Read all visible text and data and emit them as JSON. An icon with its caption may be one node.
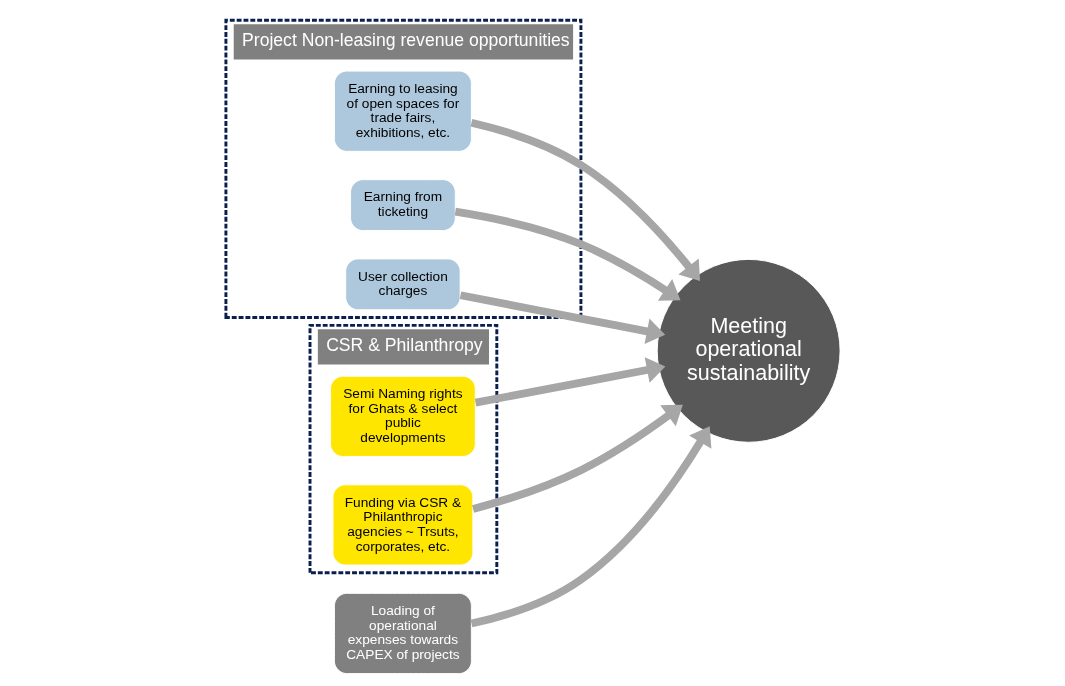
{
  "diagram": {
    "nodes": [
      {
        "text": [
          "Project Non-leasing revenue opportunities"
        ]
      },
      {
        "text": [
          "Earning to leasing of open spaces for trade fairs, exhibitions, etc."
        ],
        "in": 0
      },
      {
        "text": [
          "Earning from ticketing"
        ],
        "in": 0
      },
      {
        "text": [
          "User collection charges"
        ],
        "in": 0
      },
      {
        "text": [
          "CSR & Philanthropy"
        ]
      },
      {
        "text": [
          "Semi Naming rights for Ghats & select public developments"
        ],
        "in": 4
      },
      {
        "text": [
          "Funding via CSR & Philanthropic agencies ~ Trsuts, corporates, etc."
        ],
        "in": 4
      },
      {
        "text": [
          "Meeting operational sustainability"
        ]
      },
      {
        "text": [
          "Loading of operational expenses towards CAPEX of projects"
        ]
      }
    ],
    "edges": [
      {
        "from": 1,
        "to": 7,
        "arrow": "to"
      },
      {
        "from": 2,
        "to": 7,
        "arrow": "to"
      },
      {
        "from": 3,
        "to": 7,
        "arrow": "to"
      },
      {
        "from": 5,
        "to": 7,
        "arrow": "to"
      },
      {
        "from": 6,
        "to": 7,
        "arrow": "to"
      },
      {
        "from": 8,
        "to": 7,
        "arrow": "to"
      }
    ]
  }
}
